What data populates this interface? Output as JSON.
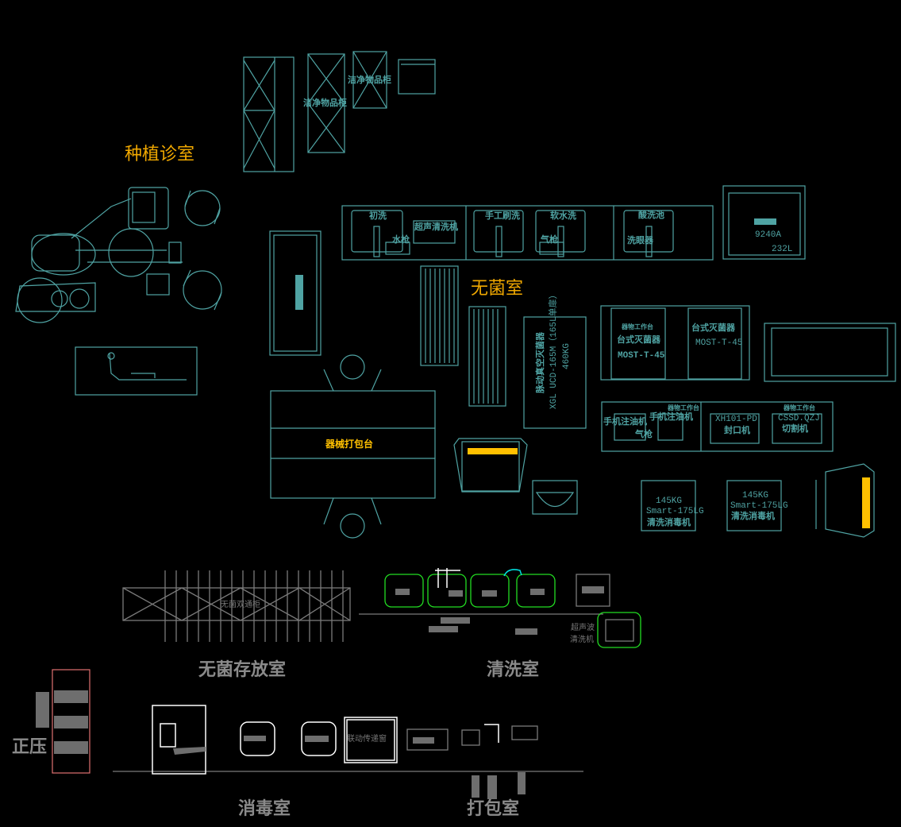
{
  "rooms": {
    "implant": "种植诊室",
    "sterile": "无菌室",
    "sterile_storage": "无菌存放室",
    "cleaning": "清洗室",
    "disinfection": "消毒室",
    "packing": "打包室",
    "positive_pressure": "正压"
  },
  "cabinets": {
    "clean_cabinet_1": "洁净物品柜",
    "clean_cabinet_2": "洁净物品柜"
  },
  "sink_bench": {
    "initial_wash": "初洗",
    "ultrasonic": "超声清洗机",
    "water_gun": "水枪",
    "manual_brush": "手工刷洗",
    "soft_water": "软水洗",
    "air_gun": "气枪",
    "saline": "酸洗池",
    "eyewash": "洗眼器"
  },
  "autoclave_small": {
    "model": "9240A",
    "volume": "232L"
  },
  "vacuum_sterilizer": {
    "name": "脉动真空灭菌器",
    "model": "XGL UCD-165M（165L单扉）",
    "weight": "460KG"
  },
  "tabletop": {
    "workbench": "器物工作台",
    "sterilizer_1": "台式灭菌器",
    "model_1": "MOST-T-45",
    "sterilizer_2": "台式灭菌器",
    "model_2": "MOST-T-45"
  },
  "oil_bench": {
    "workbench_1": "器物工作台",
    "workbench_2": "器物工作台",
    "injector": "手机注油机",
    "cleaner": "手机注油机",
    "air_gun": "气枪",
    "sealer_model": "XH101-PD",
    "sealer": "封口机",
    "cutter_model": "CSSD.QZJ",
    "cutter": "切割机"
  },
  "washers": [
    {
      "weight": "145KG",
      "model": "Smart-175LG",
      "name": "清洗消毒机"
    },
    {
      "weight": "145KG",
      "model": "Smart-175LG",
      "name": "清洗消毒机"
    }
  ],
  "packing_table": "器械打包台",
  "double_cabinet": "无菌双通柜",
  "ultrasonic_washer": [
    "超声波",
    "清洗机"
  ],
  "pass_window": "联动传递窗",
  "colors": {
    "line": "#4fa3a3",
    "room_label": "#f0a800",
    "gray": "#7a7a7a",
    "green": "#22dd22"
  }
}
